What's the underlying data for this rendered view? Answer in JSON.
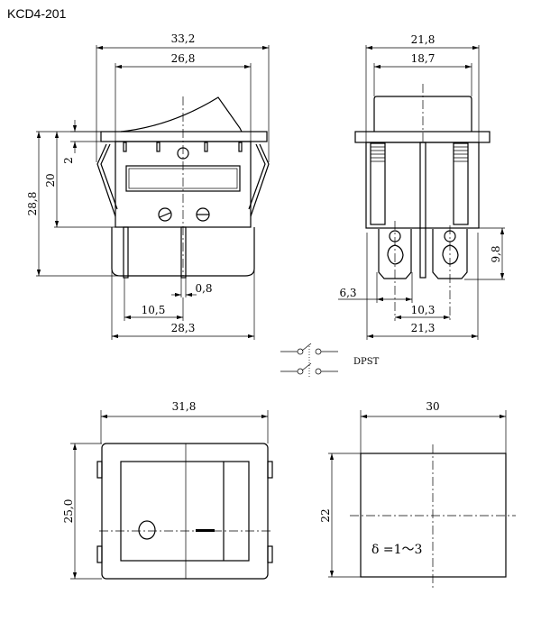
{
  "title": "KCD4-201",
  "front_view": {
    "dims": {
      "overall_width": "33,2",
      "body_width": "26,8",
      "flange": "2",
      "body_height": "20",
      "total_height": "28,8",
      "pin_width": "0,8",
      "pin_spacing": "10,5",
      "base_width": "28,3"
    }
  },
  "side_view": {
    "dims": {
      "flange_width": "21,8",
      "rocker_width": "18,7",
      "terminal_length": "9,8",
      "terminal_width": "6,3",
      "terminal_spacing": "10,3",
      "base_width": "21,3"
    }
  },
  "schematic": {
    "label": "DPST"
  },
  "top_view": {
    "dims": {
      "width": "31,8",
      "height": "25,0"
    }
  },
  "panel_cutout": {
    "dims": {
      "width": "30",
      "height": "22"
    },
    "note": "δ =1～3"
  }
}
